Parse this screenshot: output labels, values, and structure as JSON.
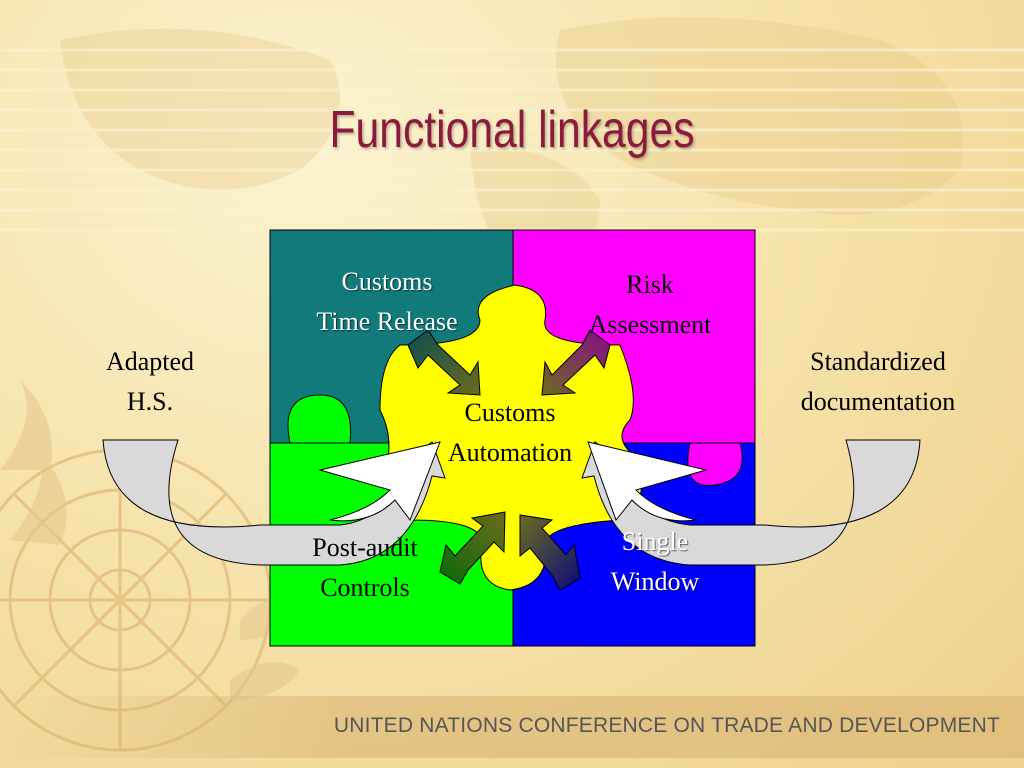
{
  "slide": {
    "title": "Functional linkages",
    "footer": "UNITED NATIONS CONFERENCE ON TRADE AND DEVELOPMENT"
  },
  "diagram": {
    "center": "Customs\nAutomation",
    "quadrants": {
      "top_left": "Customs\nTime Release",
      "top_right": "Risk\nAssessment",
      "bottom_left": "Post-audit\nControls",
      "bottom_right": "Single\nWindow"
    },
    "left_input": "Adapted\nH.S.",
    "right_input": "Standardized\ndocumentation",
    "colors": {
      "top_left": "#117b7b",
      "top_right": "#ff00ff",
      "bottom_left": "#00ff00",
      "bottom_right": "#0000ff",
      "center": "#ffff00",
      "title": "#8c1a3c"
    }
  }
}
